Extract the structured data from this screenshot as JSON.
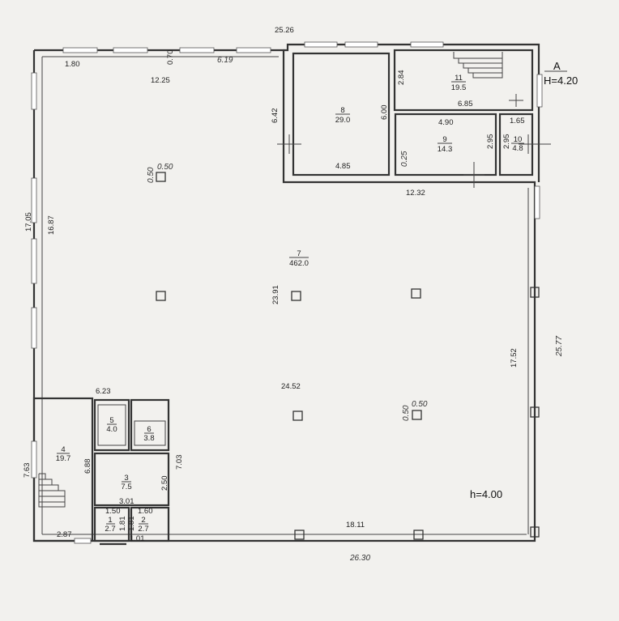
{
  "plan": {
    "top_outer_width": "25.26",
    "top_left_window": "1.80",
    "top_window_offset": "0.70",
    "top_window_italic": "6.19",
    "top_left_span": "12.25",
    "room8_wall_left": "6.42",
    "room8_wall_right": "6.00",
    "room8_bottom": "4.85",
    "room11_height": "2.84",
    "room11_width": "6.85",
    "room9_top": "4.90",
    "room9_right": "2.95",
    "room10_left": "2.95",
    "room10_top": "1.65",
    "offset_025": "0.25",
    "corridor_width": "12.32",
    "section_mark": "A",
    "ceiling_height_upper": "H=4.20",
    "left_outer_height": "17.05",
    "left_inner_height": "16.87",
    "center_height": "23.91",
    "center_width": "24.52",
    "right_inner_height": "17.52",
    "right_outer_height": "25.77",
    "col_offset_a": "0.50",
    "col_offset_b": "0.50",
    "col_offset_c": "0.50",
    "col_offset_d": "0.50",
    "wc_block_top": "6.23",
    "room4_height": "6.88",
    "left_lower_outer": "7.63",
    "wc_right": "7.03",
    "room3_right": "2.50",
    "room3_width": "3.01",
    "room1_top": "1.50",
    "room2_top": "1.60",
    "room1_side": "1.81",
    "room2_side": "1.81",
    "room1_bottom": "1.01",
    "room4_bottom": "2.87",
    "bottom_inner": "18.11",
    "bottom_outer": "26.30",
    "ceiling_height_main": "h=4.00"
  },
  "rooms": [
    {
      "num": "1",
      "area": "2.7"
    },
    {
      "num": "2",
      "area": "2.7"
    },
    {
      "num": "3",
      "area": "7.5"
    },
    {
      "num": "4",
      "area": "19.7"
    },
    {
      "num": "5",
      "area": "4.0"
    },
    {
      "num": "6",
      "area": "3.8"
    },
    {
      "num": "7",
      "area": "462.0"
    },
    {
      "num": "8",
      "area": "29.0"
    },
    {
      "num": "9",
      "area": "14.3"
    },
    {
      "num": "10",
      "area": "4.8"
    },
    {
      "num": "11",
      "area": "19.5"
    }
  ]
}
